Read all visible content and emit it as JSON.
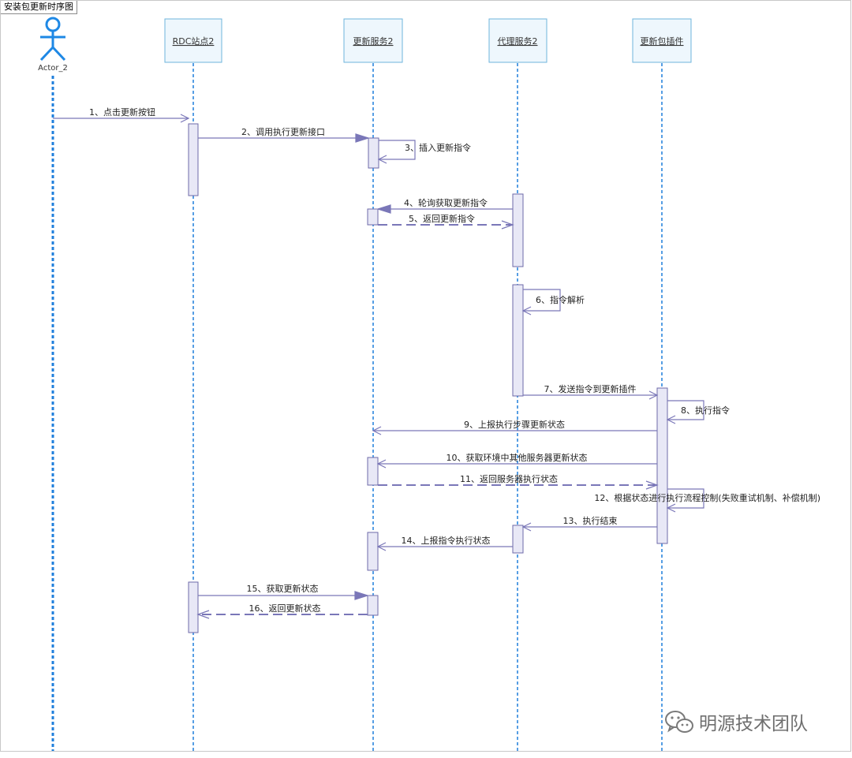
{
  "diagram": {
    "title": "安装包更新时序图",
    "actor_label": "Actor_2",
    "lifelines": [
      {
        "id": "rdc",
        "label": "RDC站点2"
      },
      {
        "id": "update",
        "label": "更新服务2"
      },
      {
        "id": "proxy",
        "label": "代理服务2"
      },
      {
        "id": "plugin",
        "label": "更新包插件"
      }
    ],
    "messages": [
      {
        "label": "1、点击更新按钮"
      },
      {
        "label": "2、调用执行更新接口"
      },
      {
        "label": "3、插入更新指令"
      },
      {
        "label": "4、轮询获取更新指令"
      },
      {
        "label": "5、返回更新指令"
      },
      {
        "label": "6、指令解析"
      },
      {
        "label": "7、发送指令到更新插件"
      },
      {
        "label": "8、执行指令"
      },
      {
        "label": "9、上报执行步骤更新状态"
      },
      {
        "label": "10、获取环境中其他服务器更新状态"
      },
      {
        "label": "11、返回服务器执行状态"
      },
      {
        "label": "12、根据状态进行执行流程控制(失败重试机制、补偿机制)"
      },
      {
        "label": "13、执行结束"
      },
      {
        "label": "14、上报指令执行状态"
      },
      {
        "label": "15、获取更新状态"
      },
      {
        "label": "16、返回更新状态"
      }
    ]
  },
  "watermark": {
    "text": "明源技术团队",
    "icon": "wechat-icon"
  },
  "colors": {
    "lifeline": "#1f7fdc",
    "actor": "#1e88e5",
    "message": "#7a77b8",
    "activation_fill": "#e8e8f6",
    "activation_stroke": "#6e6aa8",
    "box_fill": "#eef7fd",
    "box_stroke": "#6fb4dc"
  }
}
